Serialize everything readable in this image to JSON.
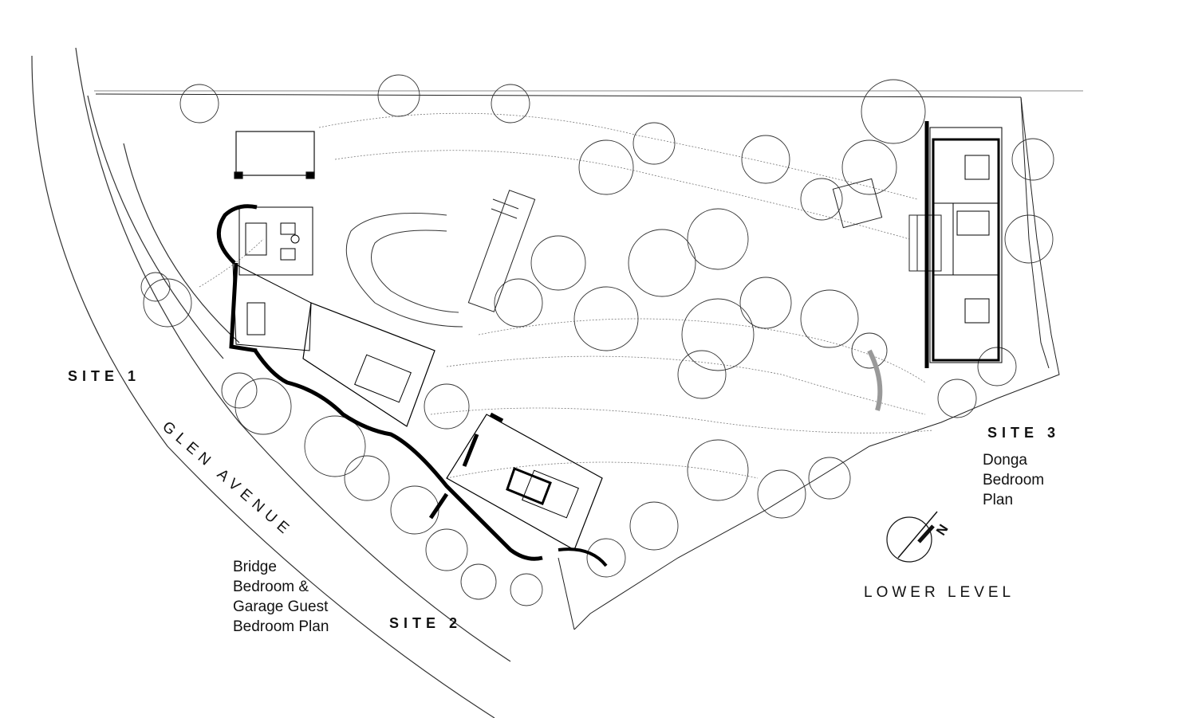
{
  "labels": {
    "site1": "SITE 1",
    "site2": "SITE 2",
    "site3": "SITE 3",
    "road": "GLEN AVENUE",
    "north": "N",
    "level": "LOWER LEVEL",
    "bridge_caption": "Bridge\nBedroom &\nGarage Guest\nBedroom Plan",
    "donga_caption": "Donga\nBedroom\nPlan"
  },
  "colors": {
    "ink": "#111111",
    "paper": "#ffffff",
    "wall": "#000000"
  }
}
